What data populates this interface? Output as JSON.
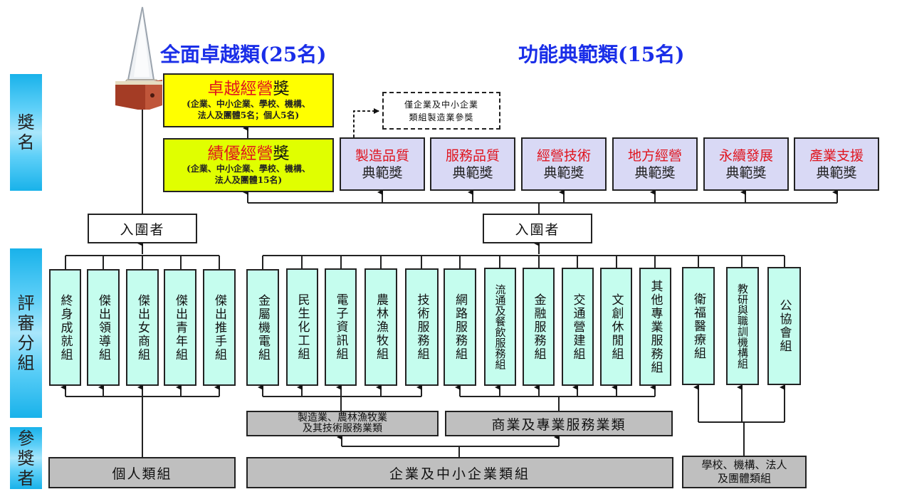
{
  "titles": {
    "comprehensive": "全面卓越類(25名)",
    "functional": "功能典範類(15名)"
  },
  "sidebar": {
    "award_names": [
      "獎",
      "名"
    ],
    "judging_groups": [
      "評",
      "審",
      "分",
      "組"
    ],
    "participants": [
      "參",
      "獎",
      "者"
    ]
  },
  "trophy": {
    "icon": "trophy-icon"
  },
  "comprehensive_awards": [
    {
      "name": "卓越經營",
      "suffix": "獎",
      "sub1": "(企業、中小企業、學校、機構、",
      "sub2": "法人及團體5名；個人5名)",
      "color": "#ffff00"
    },
    {
      "name": "績優經營",
      "suffix": "獎",
      "sub1": "(企業、中小企業、學校、機構、",
      "sub2": "法人及團體15名)",
      "color": "#e0ff00"
    }
  ],
  "note": {
    "line1": "僅企業及中小企業",
    "line2": "類組製造業參獎"
  },
  "functional_awards": [
    {
      "name": "製造品質",
      "suffix": "典範獎"
    },
    {
      "name": "服務品質",
      "suffix": "典範獎"
    },
    {
      "name": "經營技術",
      "suffix": "典範獎"
    },
    {
      "name": "地方經營",
      "suffix": "典範獎"
    },
    {
      "name": "永續發展",
      "suffix": "典範獎"
    },
    {
      "name": "產業支援",
      "suffix": "典範獎"
    }
  ],
  "finalists": {
    "left": "入圍者",
    "right": "入圍者"
  },
  "individual_groups": [
    "終身成就組",
    "傑出領導組",
    "傑出女商組",
    "傑出青年組",
    "傑出推手組"
  ],
  "manufacturing_groups": [
    "金屬機電組",
    "民生化工組",
    "電子資訊組",
    "農林漁牧組",
    "技術服務組"
  ],
  "commerce_groups": [
    "網路服務組",
    "流通及餐飲服務組",
    "金融服務組",
    "交通營建組",
    "文創休閒組",
    "其他專業服務組"
  ],
  "institution_groups": [
    "衛福醫療組",
    "教研與職訓機構組",
    "公協會組"
  ],
  "industry_categories": {
    "manufacturing": {
      "line1": "製造業、農林漁牧業",
      "line2": "及其技術服務業類"
    },
    "commerce": "商業及專業服務業類"
  },
  "participant_categories": {
    "individual": "個人類組",
    "enterprise": "企業及中小企業類組",
    "institution": {
      "line1": "學校、機構、法人",
      "line2": "及團體類組"
    }
  },
  "colors": {
    "title_blue": "#1a2ee8",
    "award_red": "#e0141e",
    "yellow": "#ffff00",
    "lime": "#e0ff00",
    "lavender": "#d9d9f5",
    "mint": "#c5fdee",
    "gray": "#bfbfbf",
    "sidebar_blue": "#19b2ea"
  }
}
